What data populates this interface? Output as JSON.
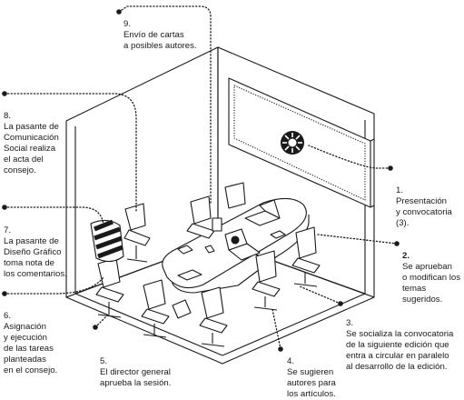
{
  "diagram": {
    "annotations": [
      {
        "id": "1",
        "number": "1.",
        "text": "Presentación\ny convocatoria (3).",
        "bold_number": false
      },
      {
        "id": "2",
        "number": "2.",
        "text": "Se aprueban\no modifican los\ntemas sugeridos.",
        "bold_number": true
      },
      {
        "id": "3",
        "number": "3.",
        "text": "Se socializa la convocatoria\nde la siguiente edición que\nentra a circular en paralelo\nal desarrollo de la edición.",
        "bold_number": false
      },
      {
        "id": "4",
        "number": "4.",
        "text": "Se sugieren\nautores para\nlos artículos.",
        "bold_number": false
      },
      {
        "id": "5",
        "number": "5.",
        "text": "El director general\naprueba la sesión.",
        "bold_number": false
      },
      {
        "id": "6",
        "number": "6.",
        "text": "Asignación\ny ejecución\nde las tareas\nplanteadas\nen el consejo.",
        "bold_number": false
      },
      {
        "id": "7",
        "number": "7.",
        "text": "La pasante de\nDiseño Gráfico\ntoma nota de\nlos comentarios.",
        "bold_number": false
      },
      {
        "id": "8",
        "number": "8.",
        "text": "La pasante de\nComunicación\nSocial realiza\nel acta del\nconsejo.",
        "bold_number": false
      },
      {
        "id": "9",
        "number": "9.",
        "text": "Envío de cartas\na posibles autores.",
        "bold_number": false
      }
    ],
    "colors": {
      "line": "#1a1a1a",
      "fill": "#ffffff",
      "accent": "#1a1a1a"
    }
  }
}
